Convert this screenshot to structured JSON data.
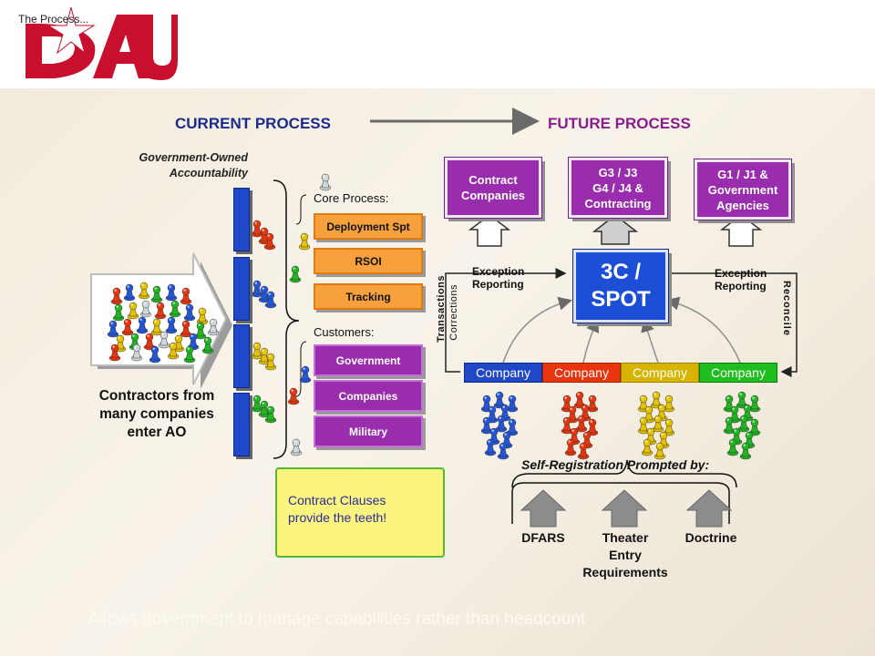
{
  "header": {
    "slide_label": "The Process..."
  },
  "titles": {
    "current": "CURRENT PROCESS",
    "future": "FUTURE PROCESS"
  },
  "current": {
    "gov_owned_line1": "Government-Owned",
    "gov_owned_line2": "Accountability",
    "core_label": "Core Process:",
    "core_items": [
      "Deployment Spt",
      "RSOI",
      "Tracking"
    ],
    "customers_label": "Customers:",
    "customer_items": [
      "Government",
      "Companies",
      "Military"
    ],
    "contractors_line1": "Contractors from",
    "contractors_line2": "many companies",
    "contractors_line3": "enter AO",
    "clauses_line1": "Contract Clauses",
    "clauses_line2": "provide the teeth!"
  },
  "future": {
    "top_boxes": [
      {
        "line1": "Contract",
        "line2": "Companies",
        "line3": ""
      },
      {
        "line1": "G3 / J3",
        "line2": "G4 / J4 &",
        "line3": "Contracting"
      },
      {
        "line1": "G1 / J1 &",
        "line2": "Government",
        "line3": "Agencies"
      }
    ],
    "spot_line1": "3C /",
    "spot_line2": "SPOT",
    "exception_left_line1": "Exception",
    "exception_left_line2": "Reporting",
    "exception_right_line1": "Exception",
    "exception_right_line2": "Reporting",
    "transactions": "Transactions",
    "corrections": "Corrections",
    "reconcile": "Reconcile",
    "companies": [
      {
        "label": "Company",
        "color": "#1f47c8"
      },
      {
        "label": "Company",
        "color": "#e8350e"
      },
      {
        "label": "Company",
        "color": "#d6b400"
      },
      {
        "label": "Company",
        "color": "#1fbe1f"
      }
    ],
    "self_registration": "Self-Registration Prompted by:",
    "drivers": [
      {
        "line1": "DFARS",
        "line2": "",
        "line3": ""
      },
      {
        "line1": "Theater",
        "line2": "Entry",
        "line3": "Requirements"
      },
      {
        "line1": "Doctrine",
        "line2": "",
        "line3": ""
      }
    ]
  },
  "footer": {
    "text": "Allows government to manage capabilities rather than headcount"
  },
  "colors": {
    "logo_red": "#c8102e",
    "current_title": "#1a2b8c",
    "future_title": "#8a1d8c",
    "purple": "#9a2cae",
    "orange": "#f7a13c",
    "bar_blue": "#1f47c8"
  }
}
